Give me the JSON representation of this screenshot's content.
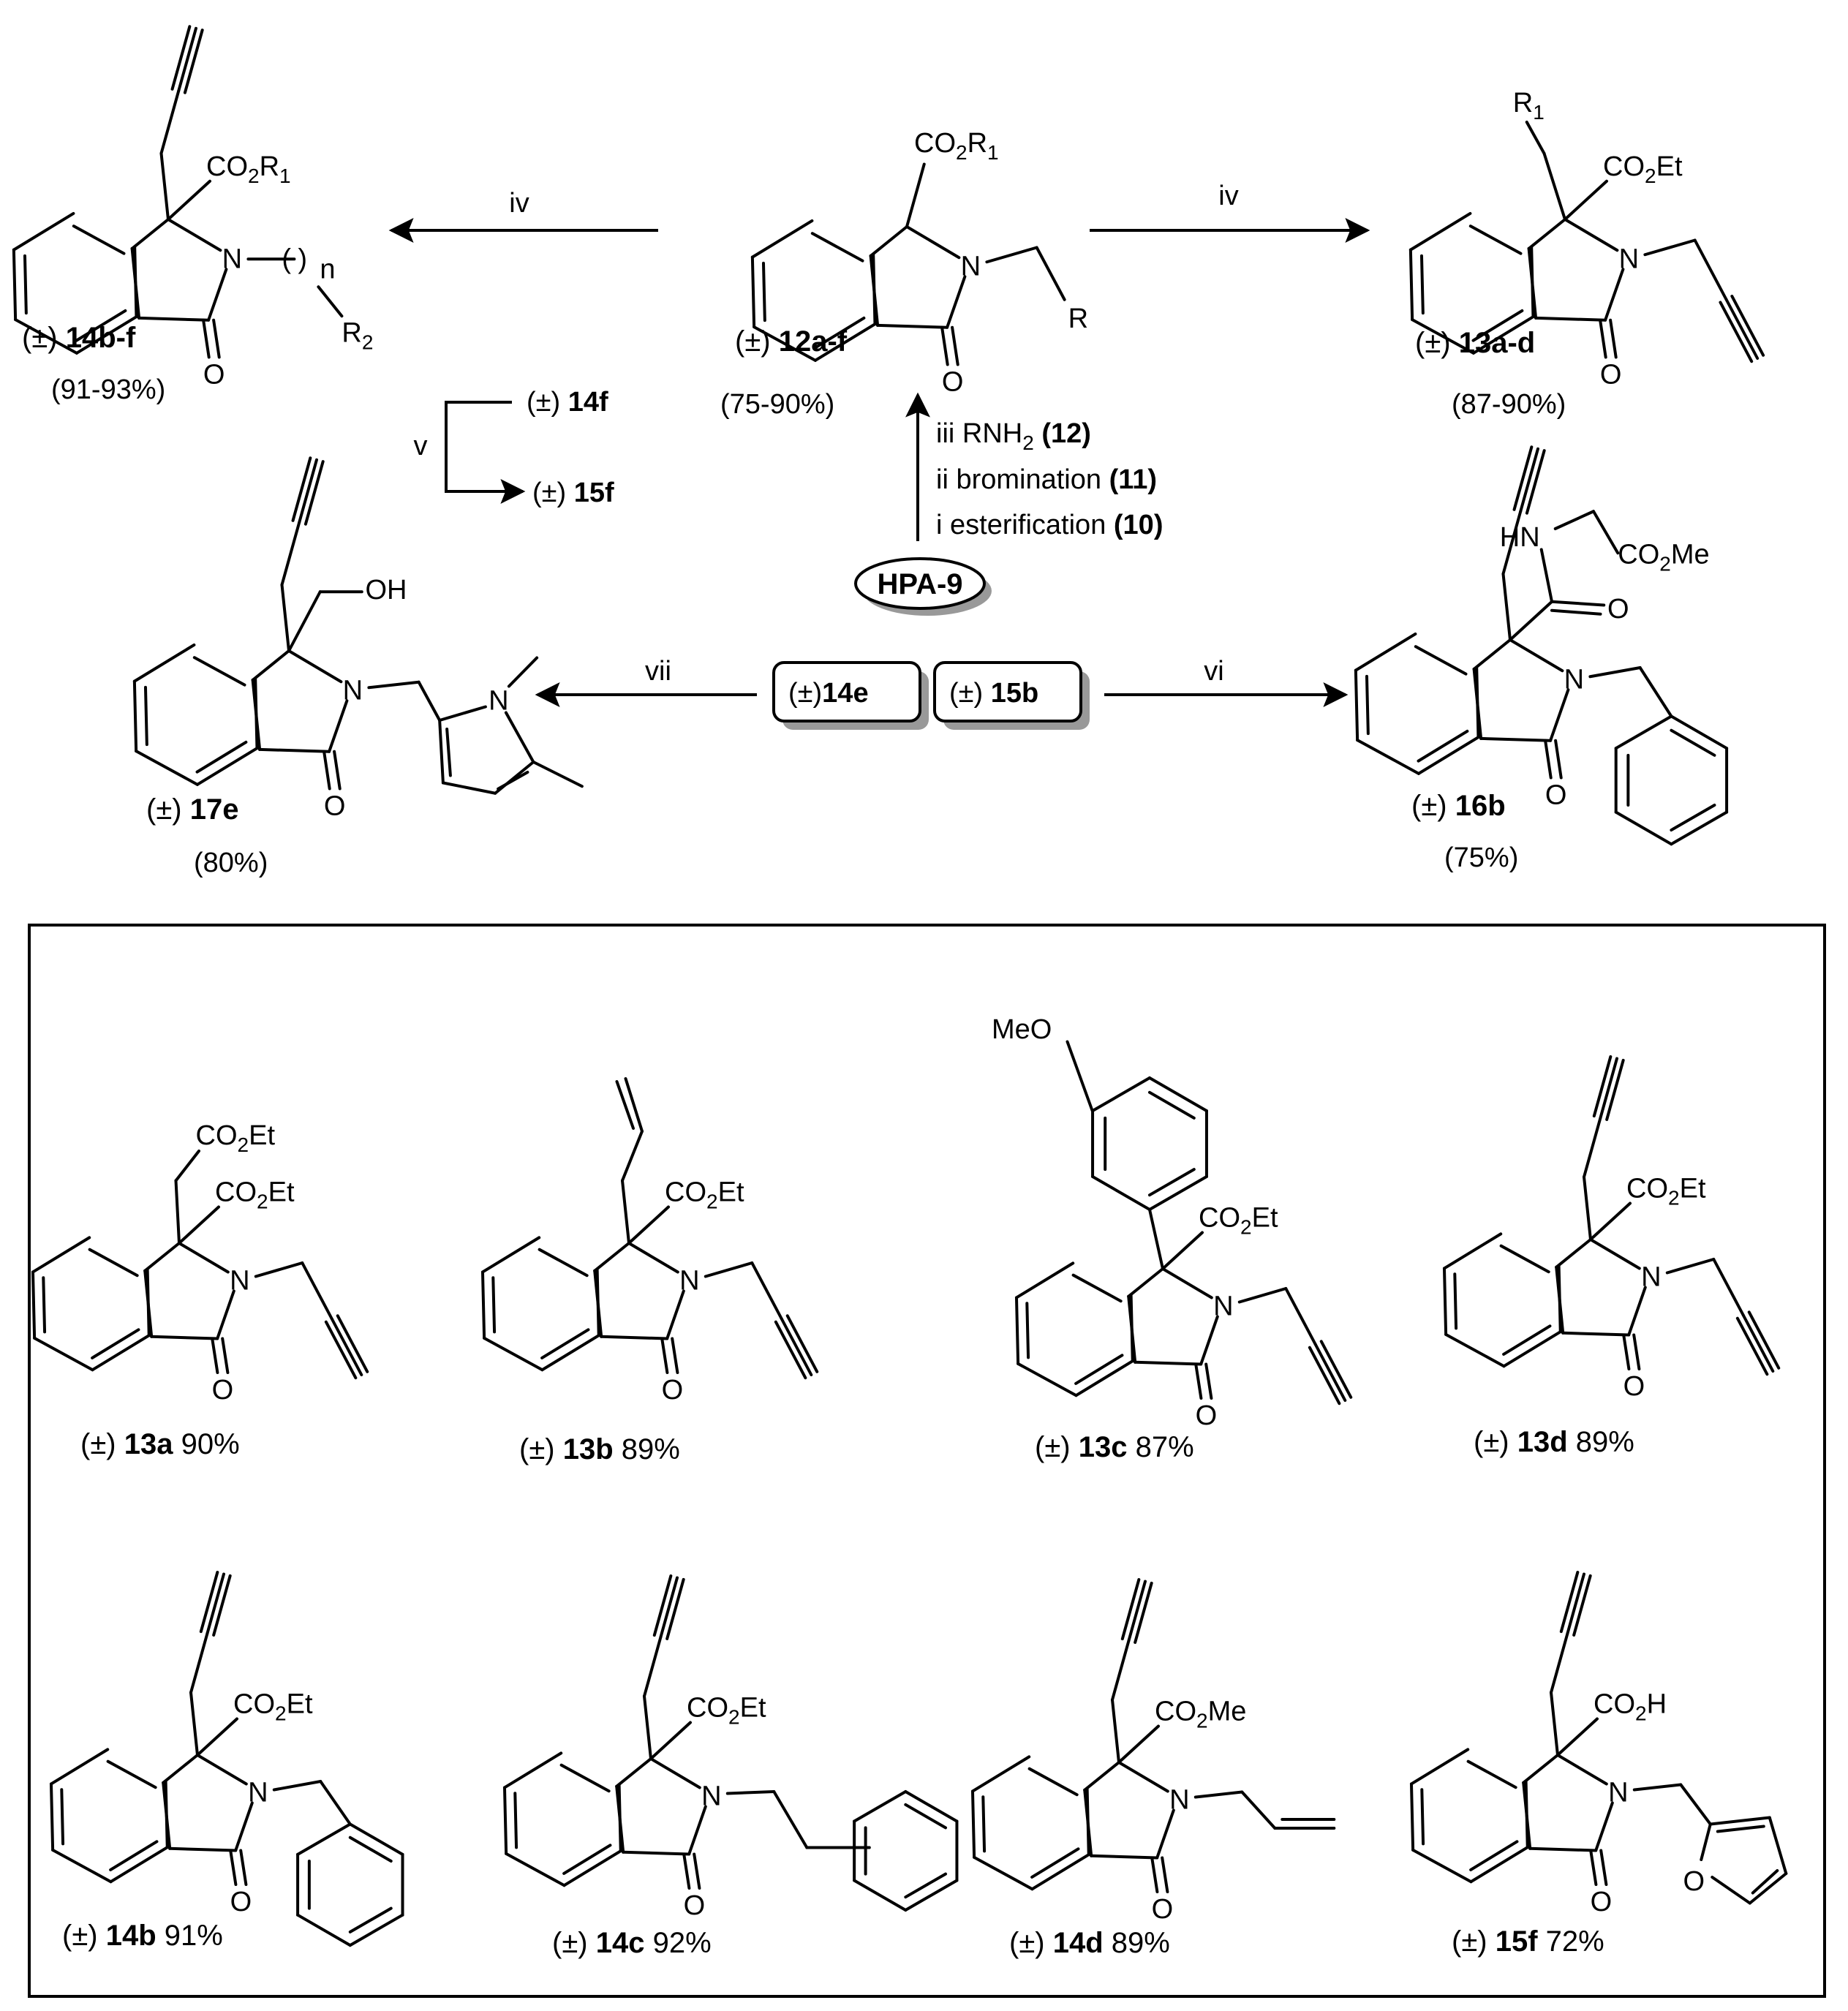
{
  "scheme": {
    "start": "HPA-9",
    "prep_steps": [
      "iii RNH",
      "ii bromination",
      "i esterification"
    ],
    "prep_refs": [
      "(12)",
      "(11)",
      "(10)"
    ],
    "step_iv": "iv",
    "step_v": "v",
    "step_vi": "vi",
    "step_vii": "vii",
    "racemic": "(±)",
    "intermediates": [
      {
        "id": "12a-f",
        "yield": "(75-90%)"
      },
      {
        "id": "14b-f",
        "yield": "(91-93%)"
      },
      {
        "id": "13a-d",
        "yield": "(87-90%)"
      }
    ],
    "v_substrate": "14f",
    "v_product": "15f",
    "box_14e": "14e",
    "box_15b": "15b",
    "products_top": [
      {
        "id": "17e",
        "yield": "(80%)"
      },
      {
        "id": "16b",
        "yield": "(75%)"
      }
    ],
    "groups": {
      "co2r1": "CO2R1",
      "co2et": "CO2Et",
      "co2me": "CO2Me",
      "co2h": "CO2H",
      "r": "R",
      "r1": "R1",
      "r2": "R2",
      "n_index": "n",
      "oh": "OH",
      "meo": "MeO",
      "hn": "HN",
      "o": "O",
      "n": "N"
    }
  },
  "panel": {
    "row1": [
      {
        "id": "13a",
        "yield": "90%"
      },
      {
        "id": "13b",
        "yield": "89%"
      },
      {
        "id": "13c",
        "yield": "87%"
      },
      {
        "id": "13d",
        "yield": "89%"
      }
    ],
    "row2": [
      {
        "id": "14b",
        "yield": "91%"
      },
      {
        "id": "14c",
        "yield": "92%"
      },
      {
        "id": "14d",
        "yield": "89%"
      },
      {
        "id": "15f",
        "yield": "72%"
      }
    ]
  }
}
